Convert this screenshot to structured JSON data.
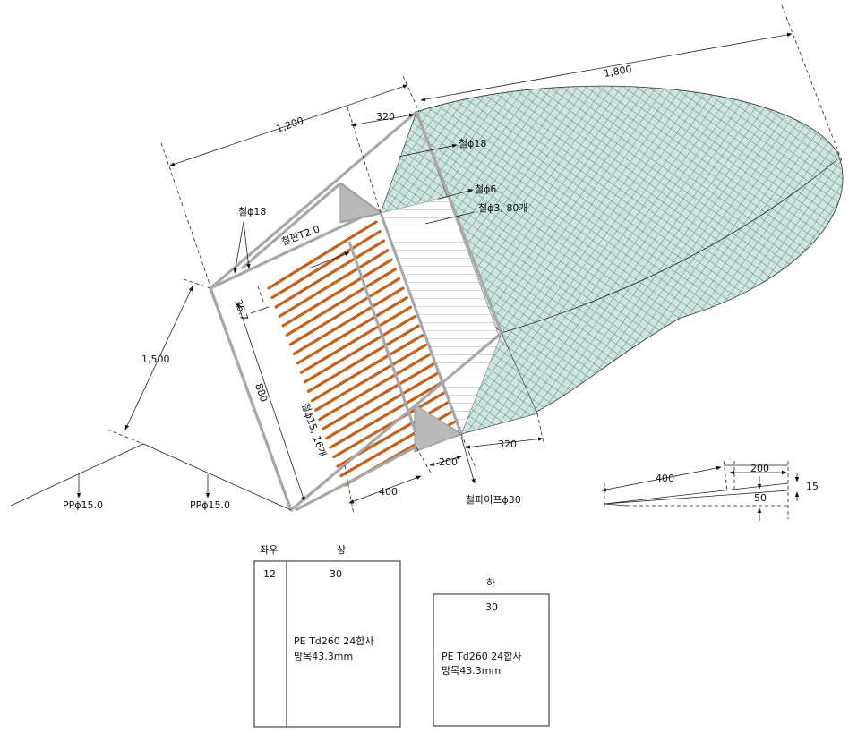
{
  "dimensions": {
    "length_total": "1,800",
    "frame_length": "1,200",
    "top_depth": "320",
    "bottom_depth": "320",
    "height": "1,500",
    "side": "880",
    "spacing": "36.7",
    "base_400": "400",
    "base_200": "200"
  },
  "labels": {
    "iron_18_top": "철ϕ18",
    "iron_18_left": "철ϕ18",
    "iron_6": "철ϕ6",
    "iron_3": "철ϕ3, 80개",
    "iron_plate": "철판T2.0",
    "iron_15": "철ϕ15, 16개",
    "iron_pipe": "철파이프ϕ30",
    "pp_left": "PPϕ15.0",
    "pp_right": "PPϕ15.0"
  },
  "detail": {
    "len_400": "400",
    "len_200": "200",
    "len_50": "50",
    "len_15": "15"
  },
  "table_upper": {
    "side_header": "좌우",
    "top_header": "상",
    "side_value": "12",
    "top_value": "30",
    "material_line1": "PE Td260 24합사",
    "material_line2": "망목43.3mm"
  },
  "table_lower": {
    "header": "하",
    "value": "30",
    "material_line1": "PE Td260 24합사",
    "material_line2": "망목43.3mm"
  },
  "colors": {
    "net_fill": "#cfe4df",
    "net_mesh": "#2f6b63",
    "frame": "#a8a8a8",
    "rod": "#c2621f",
    "plate": "#b8bab8"
  }
}
